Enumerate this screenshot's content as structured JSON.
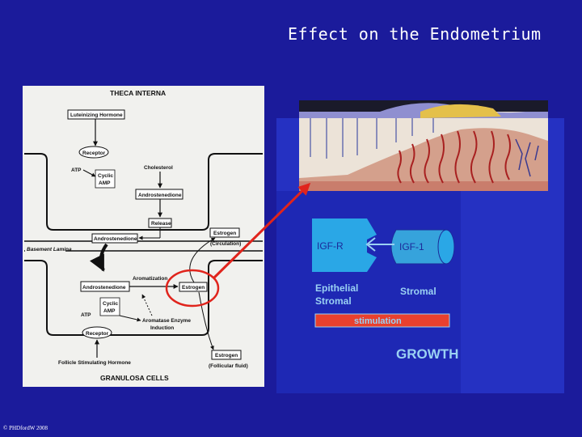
{
  "title": "Effect on the Endometrium",
  "copyright": "© PHDfordW 2008",
  "theca": {
    "heading": "THECA INTERNA",
    "luteinizing_hormone": "Luteinizing Hormone",
    "receptor": "Receptor",
    "atp": "ATP",
    "cyclic_amp": [
      "Cyclic",
      "AMP"
    ],
    "cholesterol": "Cholesterol",
    "androstenedione": "Androstenedione",
    "release": "Release",
    "androstenedione_2": "Androstenedione",
    "estrogen": "Estrogen",
    "circulation": "(Circulation)",
    "basement_lamina": "Basement Lamina"
  },
  "granulosa": {
    "androstenedione": "Androstenedione",
    "aromatization": "Aromatization",
    "estrogen": "Estrogen",
    "cyclic_amp": [
      "Cyclic",
      "AMP"
    ],
    "atp": "ATP",
    "aromatase": [
      "Aromatase Enzyme",
      "Induction"
    ],
    "receptor": "Receptor",
    "fsh": "Follicle Stimulating Hormone",
    "estrogen_fluid": "Estrogen",
    "follicular_fluid": "(Follicular fluid)",
    "heading": "GRANULOSA CELLS"
  },
  "growth": {
    "igf_r": "IGF-R",
    "igf_1": "IGF-1",
    "epithelial": "Epithelial",
    "stromal_left": "Stromal",
    "stromal_right": "Stromal",
    "stimulation": "stimulation",
    "growth": "GROWTH"
  },
  "colors": {
    "background": "#1b1b9b",
    "highlight_circle": "#e0241c",
    "connector_arrow": "#e0241c",
    "igf_receptor": "#2aa7e6",
    "igf_ligand": "#36a3dc",
    "stimulation_bar": "#e8402e"
  }
}
